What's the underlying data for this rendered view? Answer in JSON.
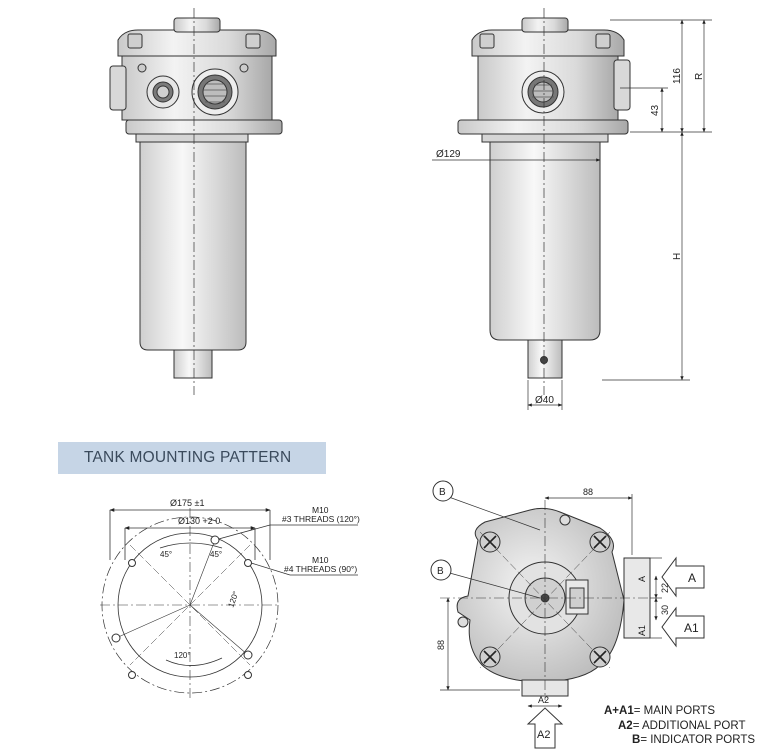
{
  "section_title": "TANK MOUNTING PATTERN",
  "dimensions": {
    "d129": "Ø129",
    "d40": "Ø40",
    "h116": "116",
    "r": "R",
    "h43": "43",
    "h": "H",
    "d175": "Ø175 ±1",
    "d130": "Ø130 +2 0",
    "m10_a": "M10",
    "threads3": "#3 THREADS (120°)",
    "m10_b": "M10",
    "threads4": "#4 THREADS (90°)",
    "ang45a": "45°",
    "ang45b": "45°",
    "ang120": "120°",
    "ang120b": "120°",
    "d88top": "88",
    "d22": "22",
    "d30": "30",
    "d88side": "88"
  },
  "port_labels": {
    "a": "A",
    "a1": "A1",
    "a2": "A2",
    "b1": "B",
    "b2": "B",
    "a_small": "A",
    "a1_small": "A1",
    "a2_small": "A2"
  },
  "legend": [
    {
      "key": "A+A1",
      "sep": "=",
      "text": " MAIN PORTS"
    },
    {
      "key": "A2",
      "sep": "=",
      "text": " ADDITIONAL PORT"
    },
    {
      "key": "B",
      "sep": "=",
      "text": " INDICATOR PORTS"
    }
  ]
}
